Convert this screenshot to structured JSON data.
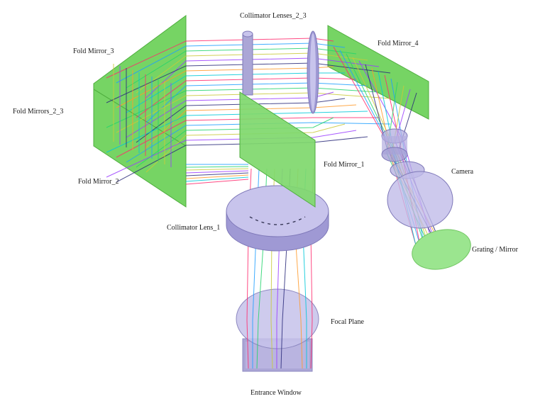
{
  "labels": {
    "fold_mirror_3": "Fold Mirror_3",
    "fold_mirrors_2_3": "Fold Mirrors_2_3",
    "fold_mirror_2": "Fold Mirror_2",
    "collimator_lenses_2_3": "Collimator Lenses_2_3",
    "fold_mirror_4": "Fold Mirror_4",
    "fold_mirror_1": "Fold Mirror_1",
    "camera": "Camera",
    "grating_mirror": "Grating / Mirror",
    "collimator_lens_1": "Collimator Lens_1",
    "focal_plane": "Focal Plane",
    "entrance_window": "Entrance Window"
  },
  "colors": {
    "mirror_fill": "#6fd25c",
    "mirror_edge": "#4fae3e",
    "lens_fill": "#b3aee0",
    "lens_edge": "#7e78b8",
    "grating_fill": "#9be58f",
    "window_fill": "#aba6d6",
    "ray_colors": [
      "#ff2a6d",
      "#1f9fff",
      "#22d36b",
      "#c9c93a",
      "#9a3cff",
      "#2a2a7a",
      "#ff9a2a",
      "#00c8d8"
    ]
  }
}
